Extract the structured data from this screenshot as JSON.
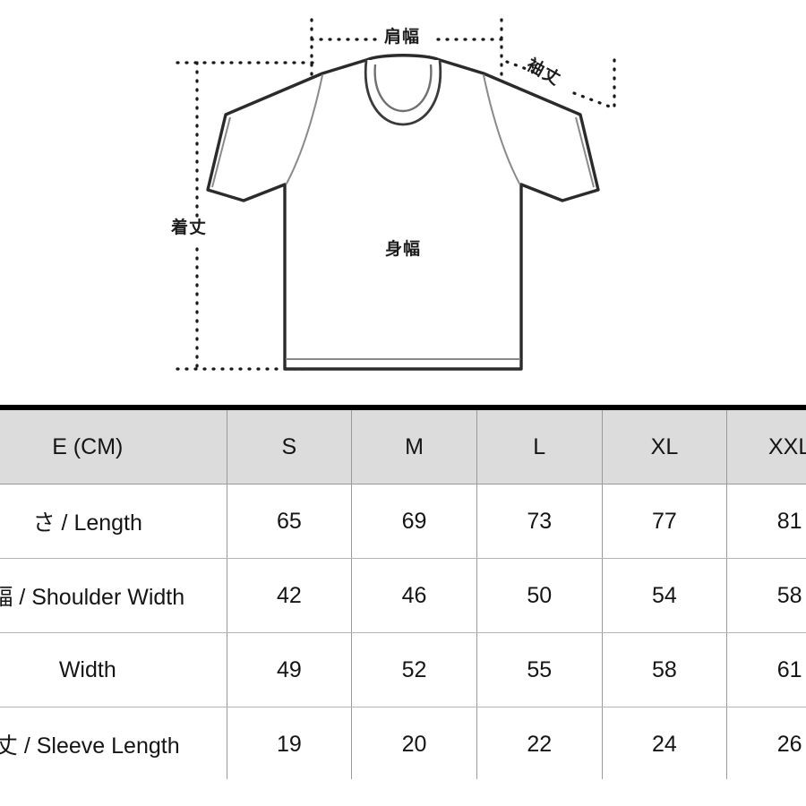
{
  "diagram": {
    "name": "t-shirt-measurement-diagram",
    "labels": {
      "shoulder_width": "肩幅",
      "sleeve_length": "袖丈",
      "body_width": "身幅",
      "garment_length": "着丈"
    }
  },
  "table": {
    "header": {
      "measure_label": "E (CM)",
      "sizes": [
        "S",
        "M",
        "L",
        "XL",
        "XXL"
      ]
    },
    "rows": [
      {
        "measure": "さ / Length",
        "values": [
          "65",
          "69",
          "73",
          "77",
          "81"
        ]
      },
      {
        "measure": "幅 / Shoulder Width",
        "values": [
          "42",
          "46",
          "50",
          "54",
          "58"
        ]
      },
      {
        "measure": "Width",
        "values": [
          "49",
          "52",
          "55",
          "58",
          "61"
        ]
      },
      {
        "measure": "丈 / Sleeve Length",
        "values": [
          "19",
          "20",
          "22",
          "24",
          "26"
        ]
      }
    ]
  },
  "colors": {
    "header_fill": "#dcdcdc",
    "rule": "#9a9a9a",
    "border_heavy": "#000000",
    "background": "#ffffff",
    "ink": "#151515"
  }
}
